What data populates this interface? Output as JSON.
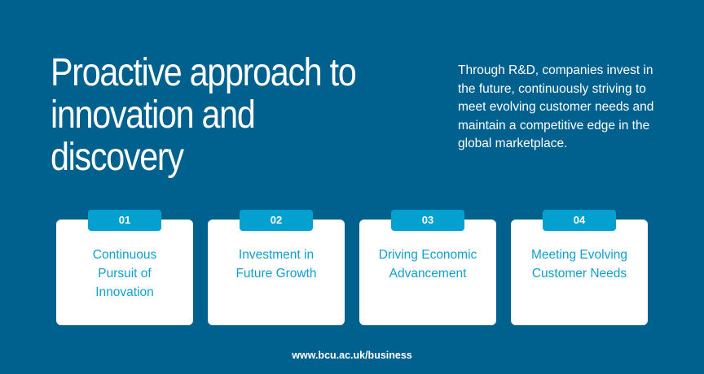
{
  "title": "Proactive approach to\ninnovation and\ndiscovery",
  "description": "Through R&D, companies invest in the future, continuously striving to meet evolving customer needs and maintain a competitive edge in the global marketplace.",
  "cards": [
    {
      "number": "01",
      "label": "Continuous Pursuit of Innovation"
    },
    {
      "number": "02",
      "label": "Investment in Future Growth"
    },
    {
      "number": "03",
      "label": "Driving Economic Advancement"
    },
    {
      "number": "04",
      "label": "Meeting Evolving Customer Needs"
    }
  ],
  "footer": "www.bcu.ac.uk/business"
}
